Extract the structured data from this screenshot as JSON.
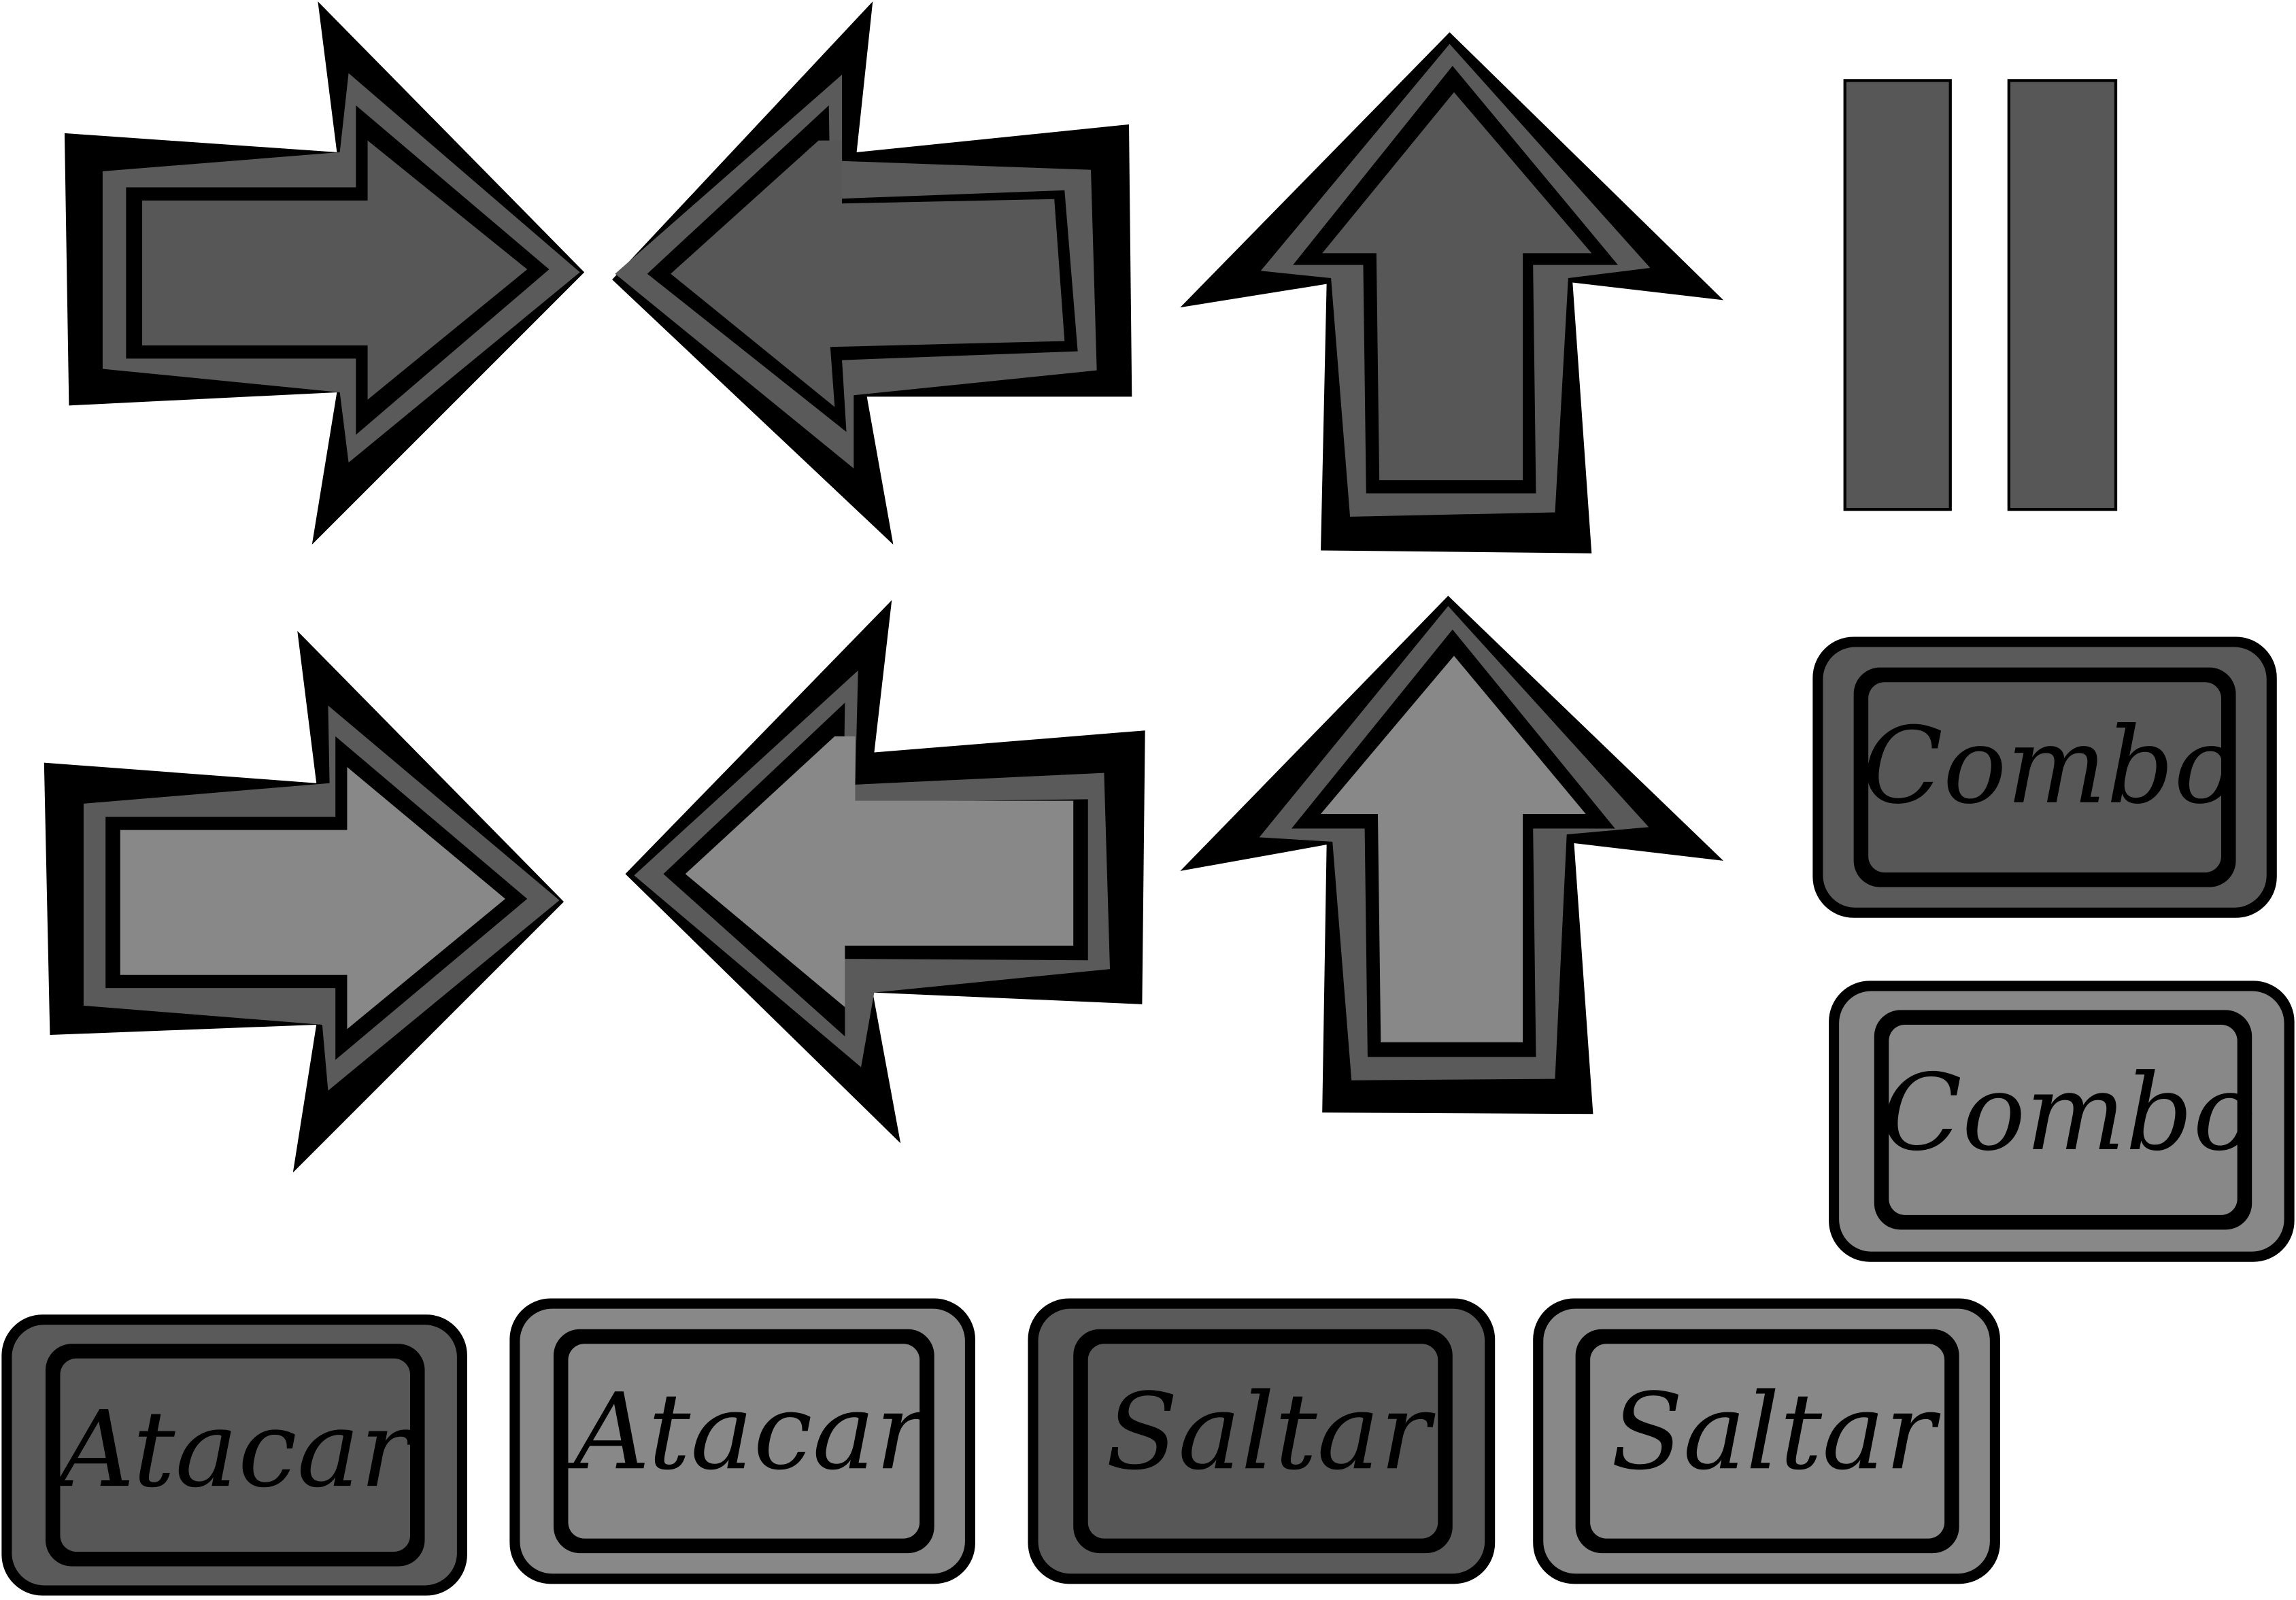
{
  "palette": {
    "outline": "#000000",
    "mid_gray": "#5a5a5a",
    "dark_fill": "#575757",
    "light_fill": "#888888",
    "background": "#ffffff"
  },
  "controls": {
    "right_dark": {
      "icon": "arrow-right-icon",
      "state": "normal"
    },
    "left_dark": {
      "icon": "arrow-left-icon",
      "state": "normal"
    },
    "up_dark": {
      "icon": "arrow-up-icon",
      "state": "normal"
    },
    "pause": {
      "icon": "pause-icon"
    },
    "right_light": {
      "icon": "arrow-right-icon",
      "state": "pressed"
    },
    "left_light": {
      "icon": "arrow-left-icon",
      "state": "pressed"
    },
    "up_light": {
      "icon": "arrow-up-icon",
      "state": "pressed"
    }
  },
  "buttons": {
    "combo_normal": {
      "label": "Combo",
      "state": "normal"
    },
    "combo_pressed": {
      "label": "Combo",
      "state": "pressed"
    },
    "atacar_normal": {
      "label": "Atacar",
      "state": "normal"
    },
    "atacar_pressed": {
      "label": "Atacar",
      "state": "pressed"
    },
    "saltar_normal": {
      "label": "Saltar",
      "state": "normal"
    },
    "saltar_pressed": {
      "label": "Saltar",
      "state": "pressed"
    }
  }
}
